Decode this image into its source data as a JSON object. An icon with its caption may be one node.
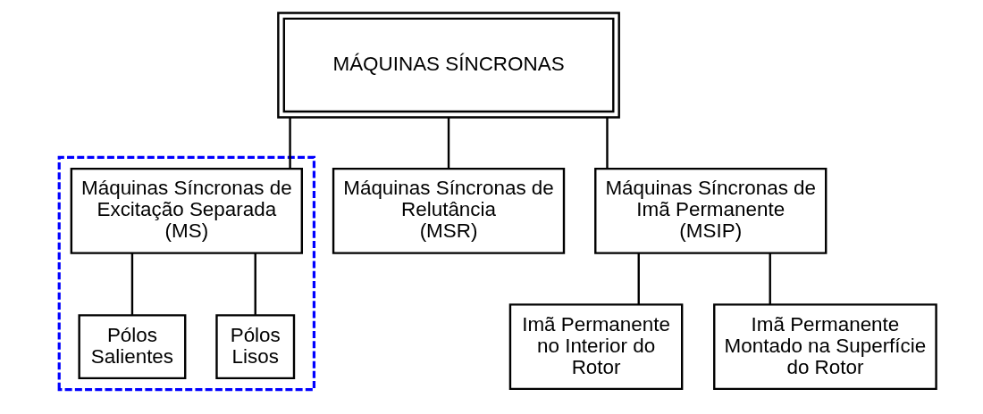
{
  "diagram": {
    "nodes": [
      {
        "text": [
          "MÁQUINAS SÍNCRONAS"
        ]
      },
      {
        "text": [],
        "shape": "box"
      },
      {
        "text": [
          "Máquinas Síncronas de Excitação Separada (MS)"
        ],
        "in": 1
      },
      {
        "text": [
          "Máquinas Síncronas de Relutância (MSR)"
        ]
      },
      {
        "text": [
          "Máquinas Síncronas de Imã Permanente (MSIP)"
        ]
      },
      {
        "text": [
          "Pólos Salientes"
        ],
        "in": 1
      },
      {
        "text": [
          "Pólos Lisos"
        ],
        "in": 1
      },
      {
        "text": [
          "Imã Permanente no Interior do Rotor"
        ]
      },
      {
        "text": [
          "Imã Permanente Montado na Superfície do Rotor"
        ]
      }
    ],
    "edges": [
      {
        "from": 0,
        "to": 2,
        "arrow": "none"
      },
      {
        "from": 0,
        "to": 3,
        "arrow": "none"
      },
      {
        "from": 0,
        "to": 4,
        "arrow": "none"
      },
      {
        "from": 2,
        "to": 5,
        "arrow": "none"
      },
      {
        "from": 2,
        "to": 6,
        "arrow": "none"
      },
      {
        "from": 4,
        "to": 7,
        "arrow": "none"
      },
      {
        "from": 4,
        "to": 8,
        "arrow": "none"
      }
    ]
  }
}
